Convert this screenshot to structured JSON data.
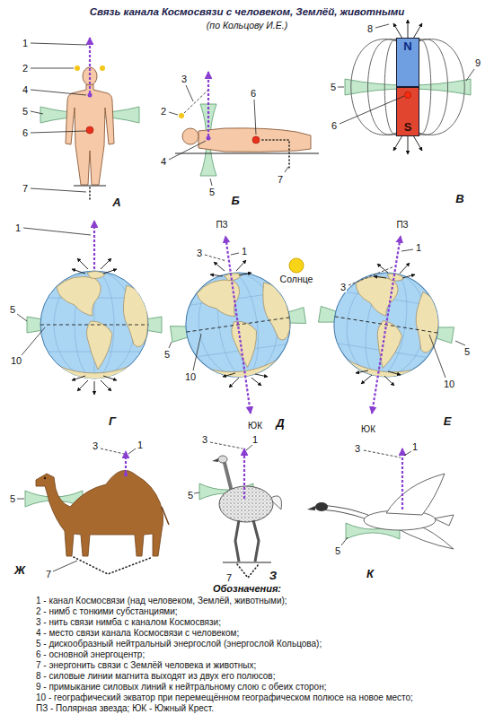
{
  "diagram": {
    "title": "Связь канала Космосвязи с человеком, Землёй, животными",
    "nodes": [
      {
        "text": [
          "N"
        ]
      },
      {
        "text": [
          "S"
        ]
      },
      {
        "text": [
          "Солнце"
        ]
      }
    ],
    "labels": [
      "(по Кольцову И.Е.)",
      "1",
      "2",
      "4",
      "5",
      "6",
      "7",
      "А",
      "3",
      "2",
      "6",
      "4",
      "5",
      "7",
      "Б",
      "8",
      "5",
      "6",
      "9",
      "В",
      "1",
      "5",
      "10",
      "Г",
      "ПЗ",
      "3",
      "1",
      "10",
      "5",
      "ЮК",
      "Д",
      "ПЗ",
      "1",
      "3",
      "10",
      "5",
      "ЮК",
      "Е",
      "3",
      "1",
      "5",
      "7",
      "Ж",
      "3",
      "1",
      "5",
      "7",
      "З",
      "3",
      "1",
      "5",
      "К",
      "Обозначения:"
    ],
    "legend": [
      {
        "text": "1 - канал Космосвязи (над человеком, Землёй, животными);"
      },
      {
        "text": "2 - нимб с тонкими субстанциями;"
      },
      {
        "text": "3 - нить связи нимба с каналом Космосвязи;"
      },
      {
        "text": "4 - место связи канала Космосвязи с человеком;"
      },
      {
        "text": "5 - дискообразный нейтральный энергослой (энергослой Кольцова);"
      },
      {
        "text": "6 - основной энергоцентр;"
      },
      {
        "text": "7 - энергонить связи с Землёй человека и животных;"
      },
      {
        "text": "8 - силовые линии магнита выходят из двух его полюсов;"
      },
      {
        "text": "9 - примыкание силовых линий к нейтральному слою с обеих сторон;"
      },
      {
        "text": "10 - географический экватор при перемещённом географическом полюсе на новое место;"
      },
      {
        "text": "ПЗ - Полярная звезда; ЮК - Южный Крест."
      }
    ]
  }
}
